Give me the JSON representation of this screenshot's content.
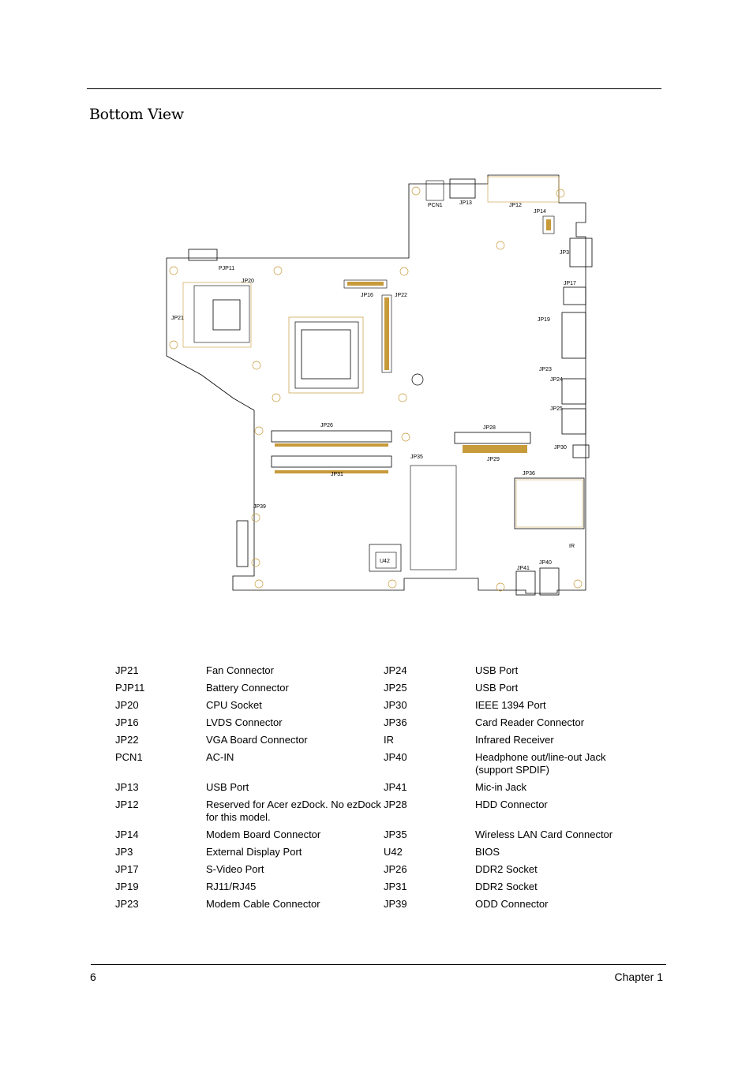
{
  "title": "Bottom View",
  "board_labels": {
    "pcn1": "PCN1",
    "jp13": "JP13",
    "jp12": "JP12",
    "jp14": "JP14",
    "jp3": "JP3",
    "jp17": "JP17",
    "jp19": "JP19",
    "jp23": "JP23",
    "jp24": "JP24",
    "jp25": "JP25",
    "jp30": "JP30",
    "jp36": "JP36",
    "ir": "IR",
    "jp41": "JP41",
    "jp40": "JP40",
    "pjp11": "PJP11",
    "jp20": "JP20",
    "jp21": "JP21",
    "jp16": "JP16",
    "jp22": "JP22",
    "jp26": "JP26",
    "jp28": "JP28",
    "jp29": "JP29",
    "jp35": "JP35",
    "jp31": "JP31",
    "jp39": "JP39",
    "u42": "U42"
  },
  "legend": [
    [
      "JP21",
      "Fan Connector",
      "JP24",
      "USB Port"
    ],
    [
      "PJP11",
      "Battery Connector",
      "JP25",
      "USB Port"
    ],
    [
      "JP20",
      "CPU Socket",
      "JP30",
      "IEEE 1394 Port"
    ],
    [
      "JP16",
      "LVDS Connector",
      "JP36",
      "Card Reader Connector"
    ],
    [
      "JP22",
      "VGA Board Connector",
      "IR",
      "Infrared Receiver"
    ],
    [
      "PCN1",
      "AC-IN",
      "JP40",
      "Headphone out/line-out Jack (support SPDIF)"
    ],
    [
      "JP13",
      "USB Port",
      "JP41",
      "Mic-in Jack"
    ],
    [
      "JP12",
      "Reserved for Acer ezDock. No ezDock for this model.",
      "JP28",
      "HDD Connector"
    ],
    [
      "JP14",
      "Modem Board Connector",
      "JP35",
      "Wireless LAN Card Connector"
    ],
    [
      "JP3",
      "External Display Port",
      "U42",
      "BIOS"
    ],
    [
      "JP17",
      "S-Video Port",
      "JP26",
      "DDR2 Socket"
    ],
    [
      "JP19",
      "RJ11/RJ45",
      "JP31",
      "DDR2 Socket"
    ],
    [
      "JP23",
      "Modem Cable Connector",
      "JP39",
      "ODD Connector"
    ]
  ],
  "footer": {
    "page": "6",
    "chapter": "Chapter 1"
  },
  "colors": {
    "outline": "#000000",
    "component": "#c79a3a",
    "mark": "#00c0ff"
  }
}
